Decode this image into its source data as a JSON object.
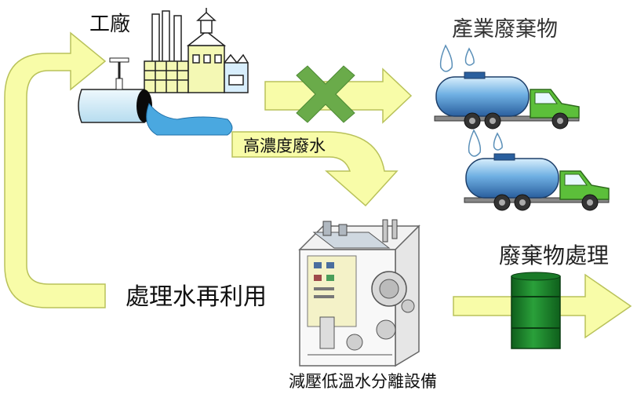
{
  "labels": {
    "factory": "工廠",
    "industrial_waste": "產業廢棄物",
    "high_concentration_wastewater": "高濃度廢水",
    "treated_water_reuse": "處理水再利用",
    "waste_disposal": "廢棄物處理",
    "equipment": "減壓低溫水分離設備"
  },
  "icons": {
    "factory": "factory-icon",
    "pipe": "pipe-icon",
    "rejected": "cross-mark-icon",
    "truck": "tanker-truck-icon",
    "drum": "oil-drum-icon",
    "machine": "evaporator-machine-icon"
  },
  "colors": {
    "arrow_fill": "#f8fca8",
    "arrow_stroke": "#b9c25a",
    "cross": "#6aab4a",
    "water": "#4aa8e0",
    "truck_cab": "#5cbf3a",
    "truck_tank": "#3f86c8",
    "drum": "#1f8a2e"
  }
}
